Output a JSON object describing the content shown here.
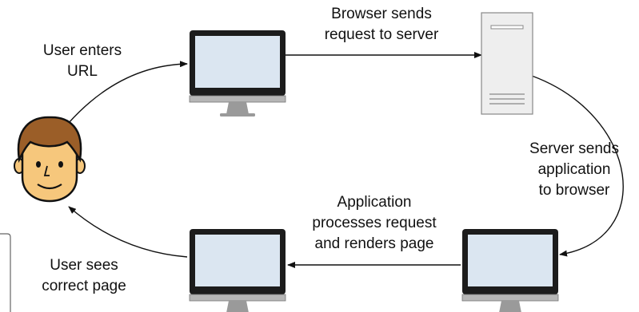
{
  "diagram": {
    "steps": [
      {
        "id": "user-enters-url",
        "lines": [
          "User enters",
          "URL"
        ]
      },
      {
        "id": "browser-sends-request",
        "lines": [
          "Browser sends",
          "request to server"
        ]
      },
      {
        "id": "server-sends-application",
        "lines": [
          "Server sends",
          "application",
          "to browser"
        ]
      },
      {
        "id": "application-processes-request",
        "lines": [
          "Application",
          "processes request",
          "and renders page"
        ]
      },
      {
        "id": "user-sees-page",
        "lines": [
          "User sees",
          "correct page"
        ]
      }
    ],
    "nodes": [
      {
        "id": "user",
        "icon": "user-face-icon"
      },
      {
        "id": "browser-top",
        "icon": "monitor-icon"
      },
      {
        "id": "server",
        "icon": "server-tower-icon"
      },
      {
        "id": "browser-bottom-right",
        "icon": "monitor-icon"
      },
      {
        "id": "browser-bottom-left",
        "icon": "monitor-icon"
      }
    ],
    "colors": {
      "monitor_frame": "#1c1c1c",
      "monitor_screen": "#dbe6f1",
      "monitor_stand": "#9a9a9a",
      "server_body": "#eeeeee",
      "skin": "#f6c77c",
      "hair": "#9b5e28",
      "connector": "#111111"
    }
  }
}
